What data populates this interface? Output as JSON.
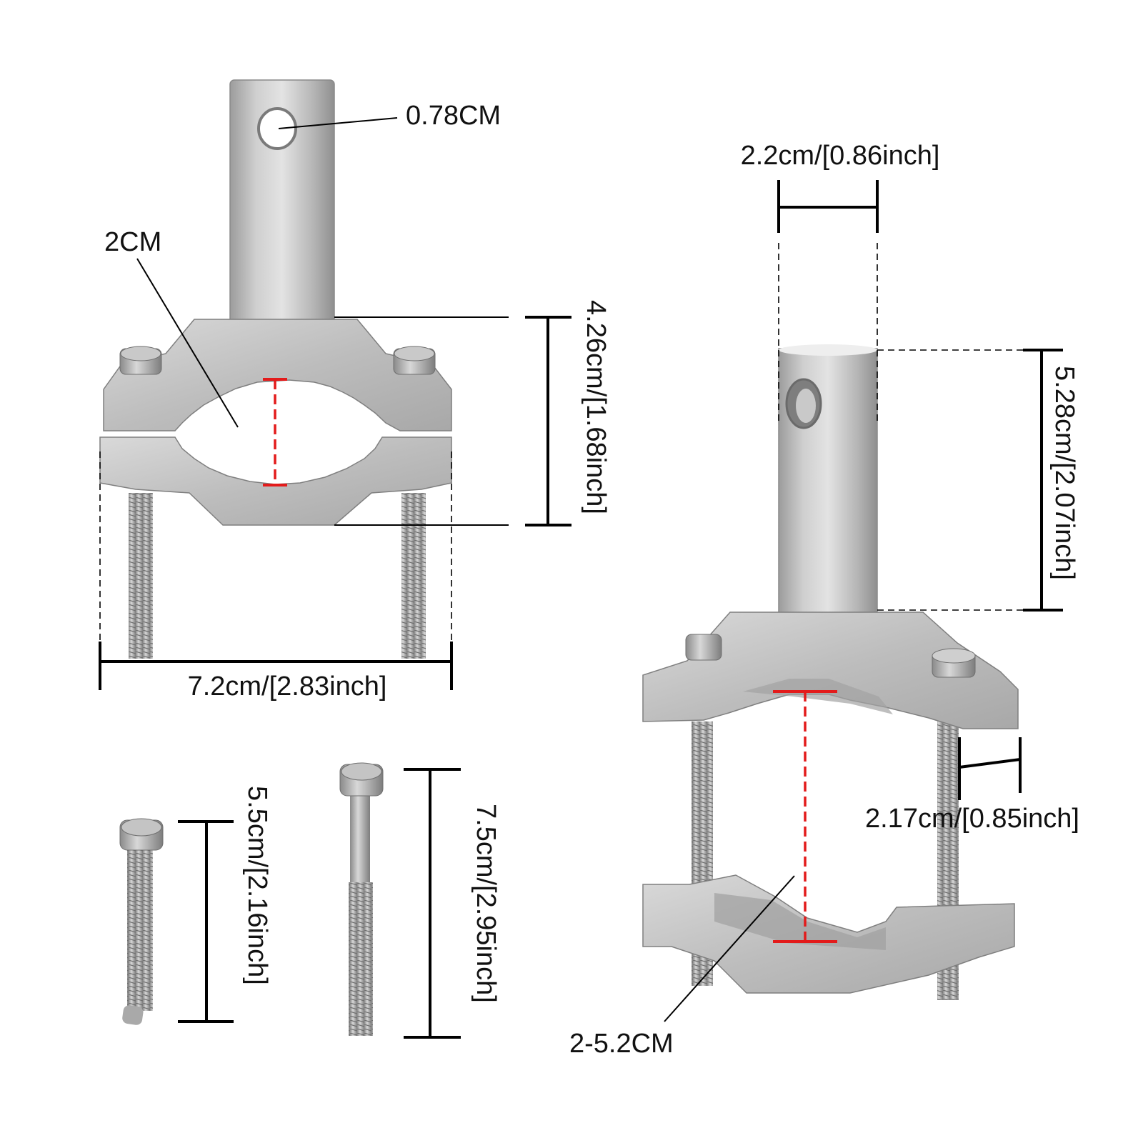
{
  "labels": {
    "hole_diameter": "0.78CM",
    "rod_diameter_front": "2CM",
    "clamp_height": "4.26cm/[1.68inch]",
    "clamp_width": "7.2cm/[2.83inch]",
    "short_bolt_length": "5.5cm/[2.16inch]",
    "long_bolt_length": "7.5cm/[2.95inch]",
    "rod_diameter_side": "2.2cm/[0.86inch]",
    "rod_height": "5.28cm/[2.07inch]",
    "clamp_thickness": "2.17cm/[0.85inch]",
    "clamp_range": "2-5.2CM"
  },
  "colors": {
    "metal_light": "#d6d6d6",
    "metal_mid": "#b4b4b4",
    "metal_dark": "#8e8e8e",
    "accent_red": "#e31b1b",
    "line": "#000000"
  }
}
